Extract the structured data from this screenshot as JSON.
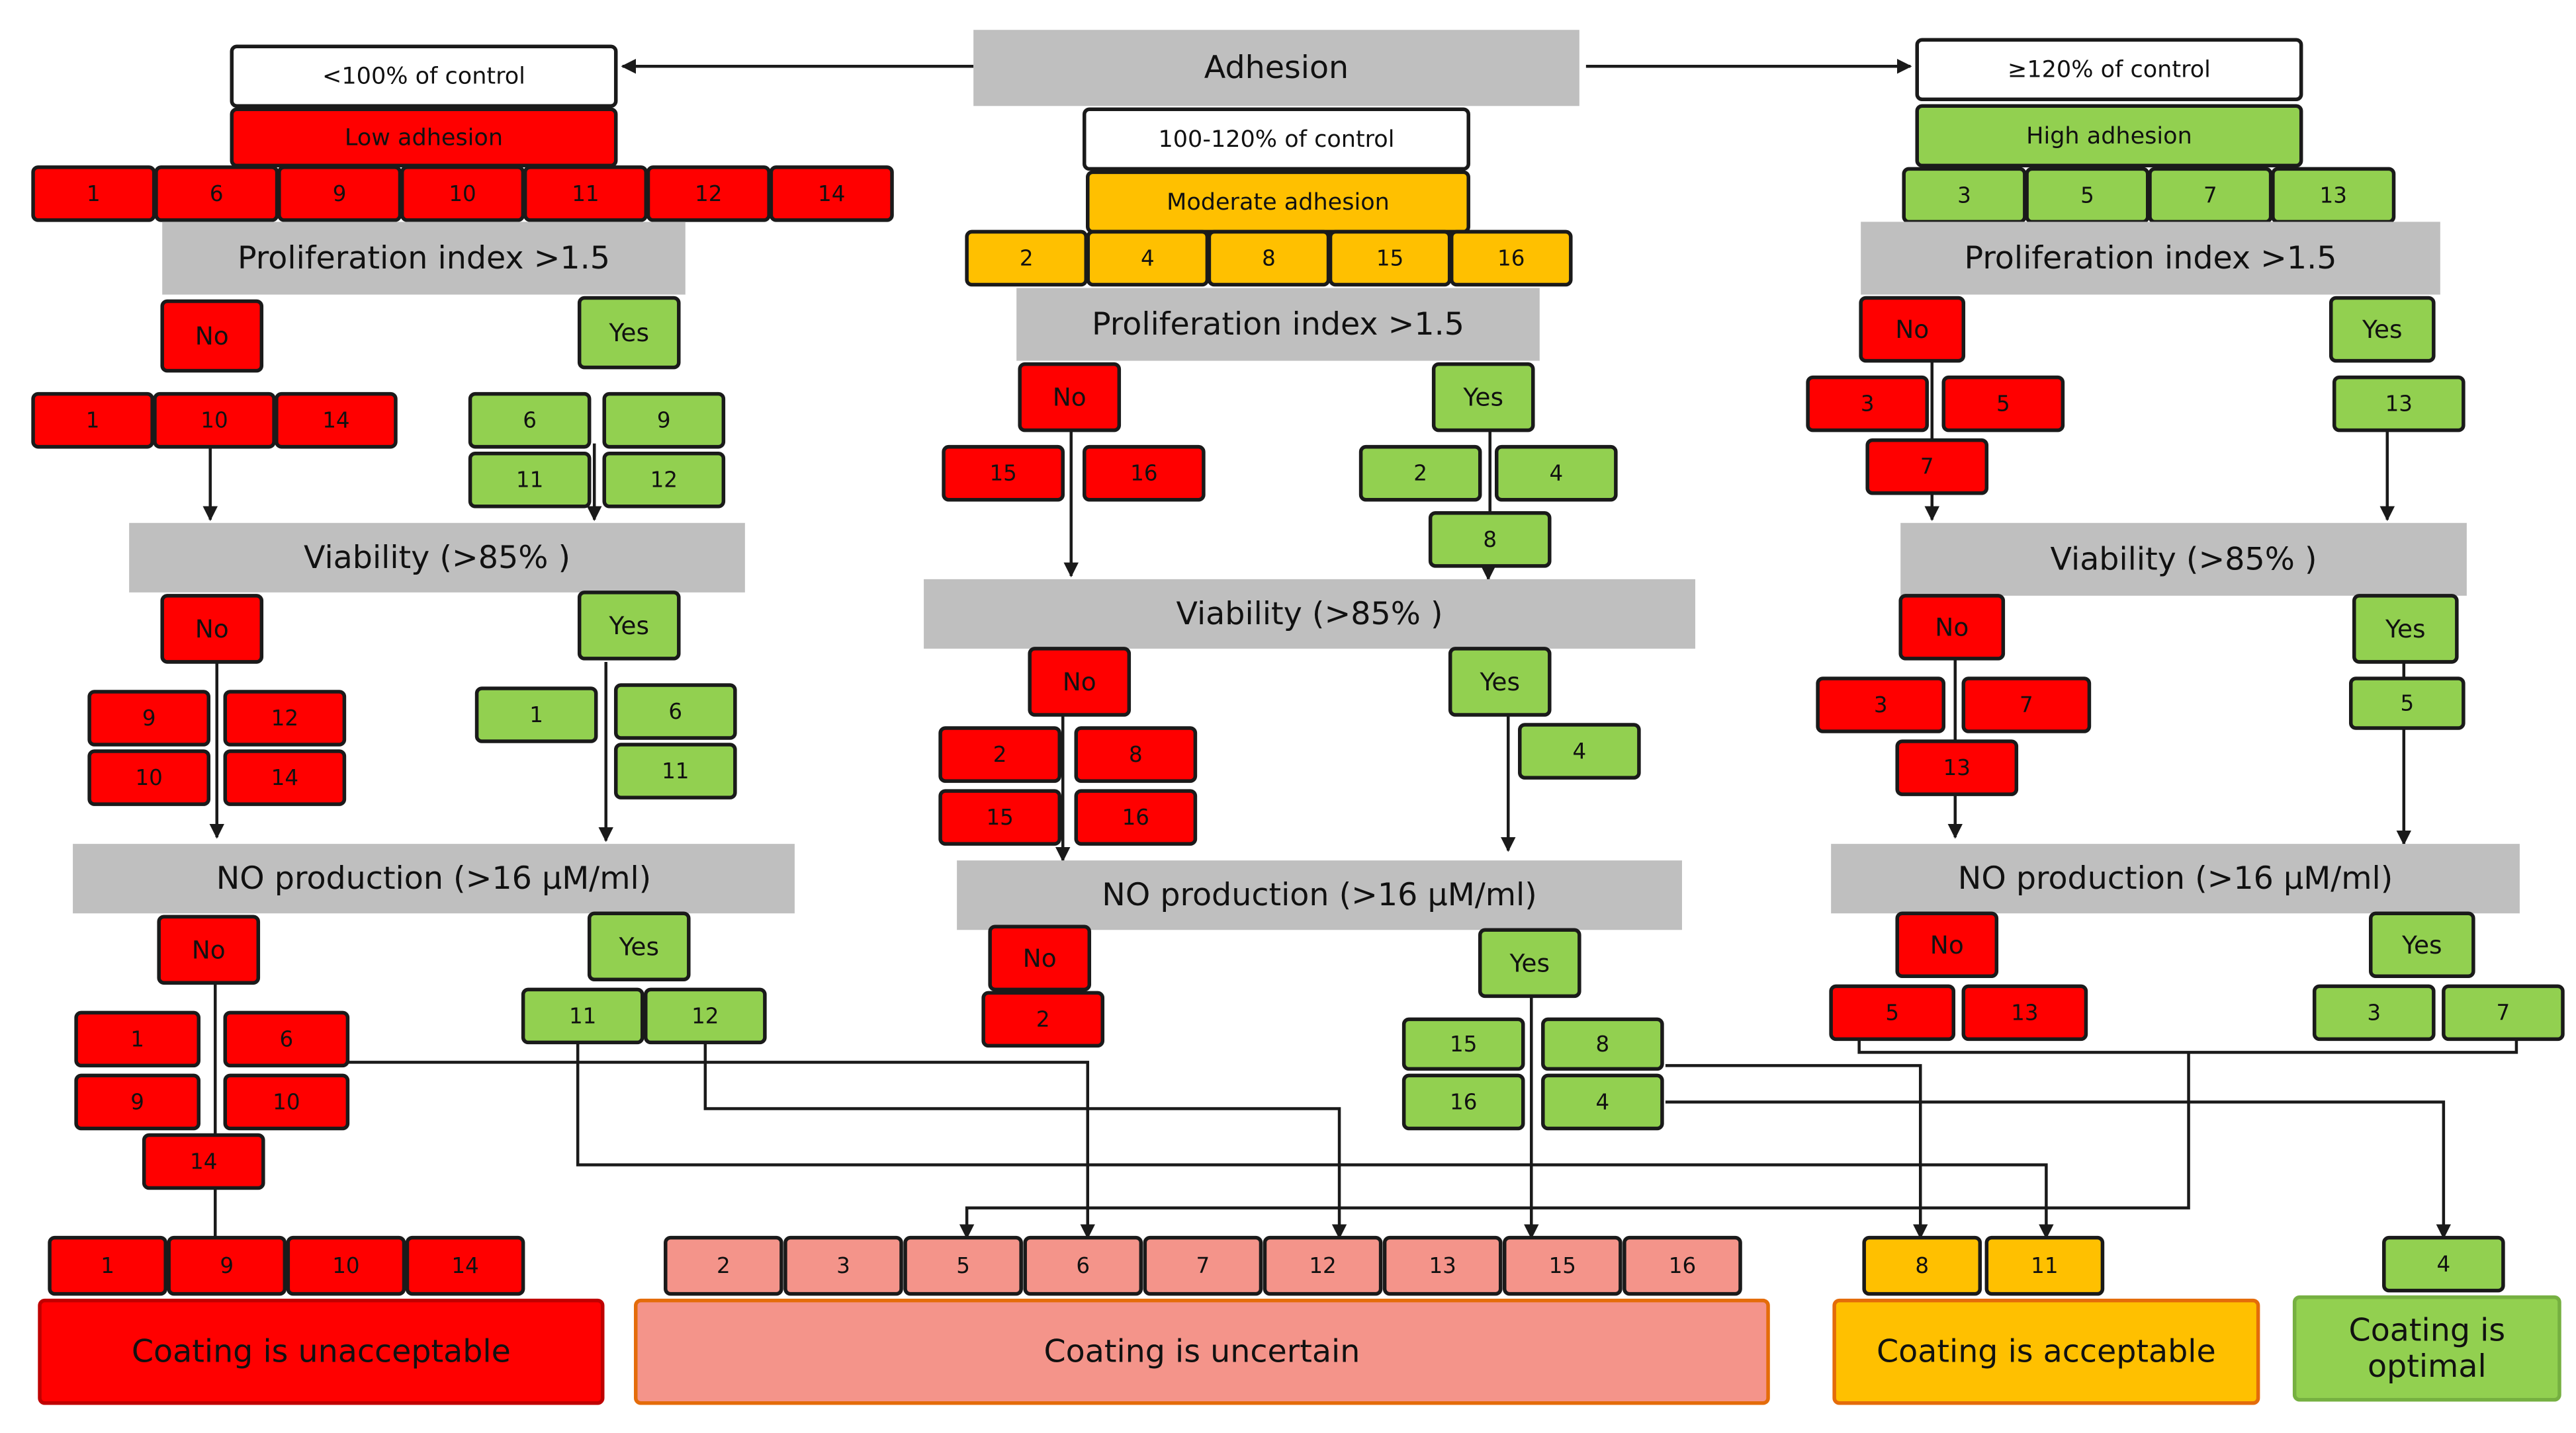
{
  "colors": {
    "red": "#ff0000",
    "green": "#92d050",
    "orange": "#ffc000",
    "salmon": "#f4948a",
    "grey": "#bfbfbf",
    "white": "#ffffff",
    "border": "#1a1a1a"
  },
  "root": {
    "label": "Adhesion"
  },
  "branches": [
    {
      "id": "low",
      "class_label": "<100%  of control",
      "level_label": "Low adhesion",
      "level_color": "red",
      "items": [
        "1",
        "6",
        "9",
        "10",
        "11",
        "12",
        "14"
      ],
      "stages": [
        {
          "label": "Proliferation index >1.5",
          "no": [
            "1",
            "10",
            "14"
          ],
          "yes": [
            "6",
            "9",
            "11",
            "12"
          ]
        },
        {
          "label": "Viability (>85% )",
          "no": [
            "9",
            "12",
            "10",
            "14"
          ],
          "yes": [
            "1",
            "6",
            "11"
          ]
        },
        {
          "label": "NO production (>16 μM/ml)",
          "no": [
            "1",
            "6",
            "9",
            "10",
            "14"
          ],
          "yes": [
            "11",
            "12"
          ]
        }
      ]
    },
    {
      "id": "moderate",
      "class_label": "100-120%  of control",
      "level_label": "Moderate adhesion",
      "level_color": "orange",
      "items": [
        "2",
        "4",
        "8",
        "15",
        "16"
      ],
      "stages": [
        {
          "label": "Proliferation index >1.5",
          "no": [
            "15",
            "16"
          ],
          "yes": [
            "2",
            "4",
            "8"
          ]
        },
        {
          "label": "Viability (>85% )",
          "no": [
            "2",
            "8",
            "15",
            "16"
          ],
          "yes": [
            "4"
          ]
        },
        {
          "label": "NO production (>16 μM/ml)",
          "no": [
            "2"
          ],
          "yes": [
            "15",
            "8",
            "16",
            "4"
          ]
        }
      ]
    },
    {
      "id": "high",
      "class_label": "≥120%  of control",
      "level_label": "High adhesion",
      "level_color": "green",
      "items": [
        "3",
        "5",
        "7",
        "13"
      ],
      "stages": [
        {
          "label": "Proliferation index >1.5",
          "no": [
            "3",
            "5",
            "7"
          ],
          "yes": [
            "13"
          ]
        },
        {
          "label": "Viability (>85% )",
          "no": [
            "3",
            "7",
            "13"
          ],
          "yes": [
            "5"
          ]
        },
        {
          "label": "NO production (>16 μM/ml)",
          "no": [
            "5",
            "13"
          ],
          "yes": [
            "3",
            "7"
          ]
        }
      ]
    }
  ],
  "decision": {
    "no": "No",
    "yes": "Yes"
  },
  "outcomes": [
    {
      "id": "unacceptable",
      "label": "Coating is  unacceptable",
      "color": "red",
      "items": [
        "1",
        "9",
        "10",
        "14"
      ]
    },
    {
      "id": "uncertain",
      "label": "Coating is uncertain",
      "color": "salmon",
      "items": [
        "2",
        "3",
        "5",
        "6",
        "7",
        "12",
        "13",
        "15",
        "16"
      ]
    },
    {
      "id": "acceptable",
      "label": "Coating is acceptable",
      "color": "orange",
      "items": [
        "8",
        "11"
      ]
    },
    {
      "id": "optimal",
      "label": "Coating is optimal",
      "color": "green",
      "items": [
        "4"
      ]
    }
  ]
}
